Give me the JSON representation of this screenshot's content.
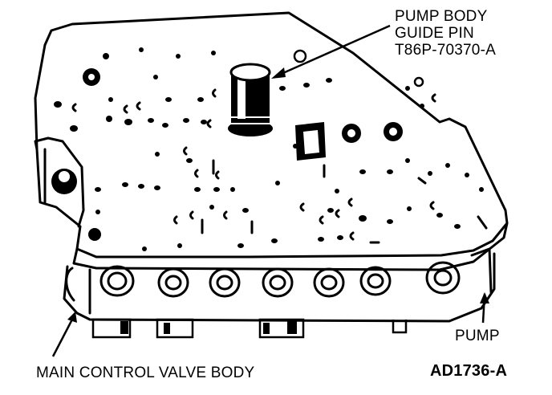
{
  "labels": {
    "guide_pin_line1": "PUMP BODY",
    "guide_pin_line2": "GUIDE PIN",
    "guide_pin_line3": "T86P-70370-A",
    "pump": "PUMP",
    "main_control_valve_body": "MAIN CONTROL VALVE BODY",
    "figure_id": "AD1736-A"
  },
  "colors": {
    "ink": "#000000",
    "paper": "#ffffff"
  }
}
